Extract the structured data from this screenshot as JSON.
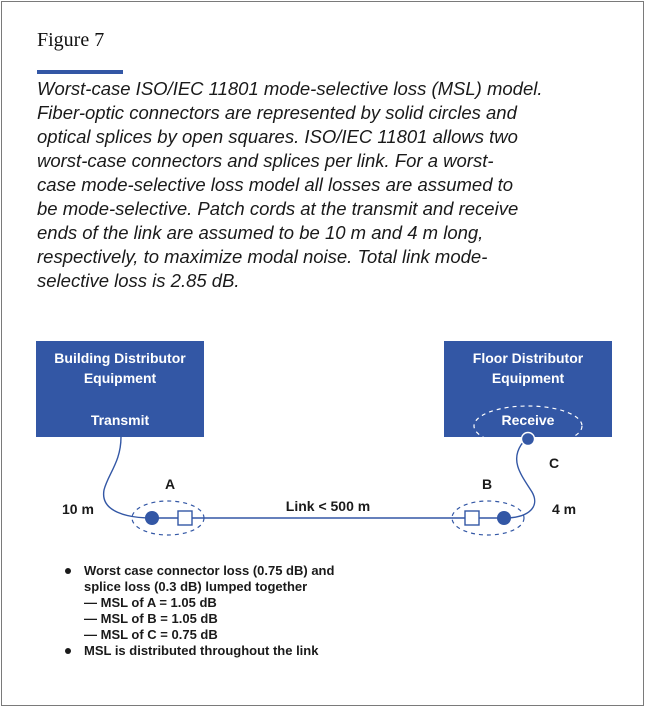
{
  "figure": {
    "title": "Figure 7",
    "caption_lines": [
      "Worst-case ISO/IEC 11801 mode-selective loss (MSL) model.",
      "Fiber-optic connectors are represented by solid circles and",
      "optical splices by open squares. ISO/IEC 11801 allows two",
      "worst-case connectors and splices per link. For a worst-",
      "case mode-selective loss model all losses are assumed to",
      "be mode-selective. Patch cords at the transmit and receive",
      "ends of the link are assumed to be 10 m and 4 m long,",
      "respectively, to maximize modal noise. Total link mode-",
      "selective loss is 2.85 dB."
    ]
  },
  "diagram": {
    "left_box": {
      "line1": "Building Distributor",
      "line2": "Equipment",
      "line3": "Transmit"
    },
    "right_box": {
      "line1": "Floor Distributor",
      "line2": "Equipment",
      "line3": "Receive"
    },
    "labels": {
      "a": "A",
      "b": "B",
      "c": "C",
      "left_length": "10 m",
      "right_length": "4 m",
      "link": "Link < 500 m"
    },
    "colors": {
      "box": "#3357a5",
      "line": "#3357a5",
      "box_text": "#ffffff"
    }
  },
  "notes": {
    "bullet1_line1": "Worst case connector loss (0.75 dB) and",
    "bullet1_line2": "splice loss (0.3 dB) lumped together",
    "msl_a": "— MSL of A = 1.05 dB",
    "msl_b": "— MSL of B = 1.05 dB",
    "msl_c": "— MSL of C = 0.75 dB",
    "bullet2": "MSL is distributed throughout the link"
  }
}
